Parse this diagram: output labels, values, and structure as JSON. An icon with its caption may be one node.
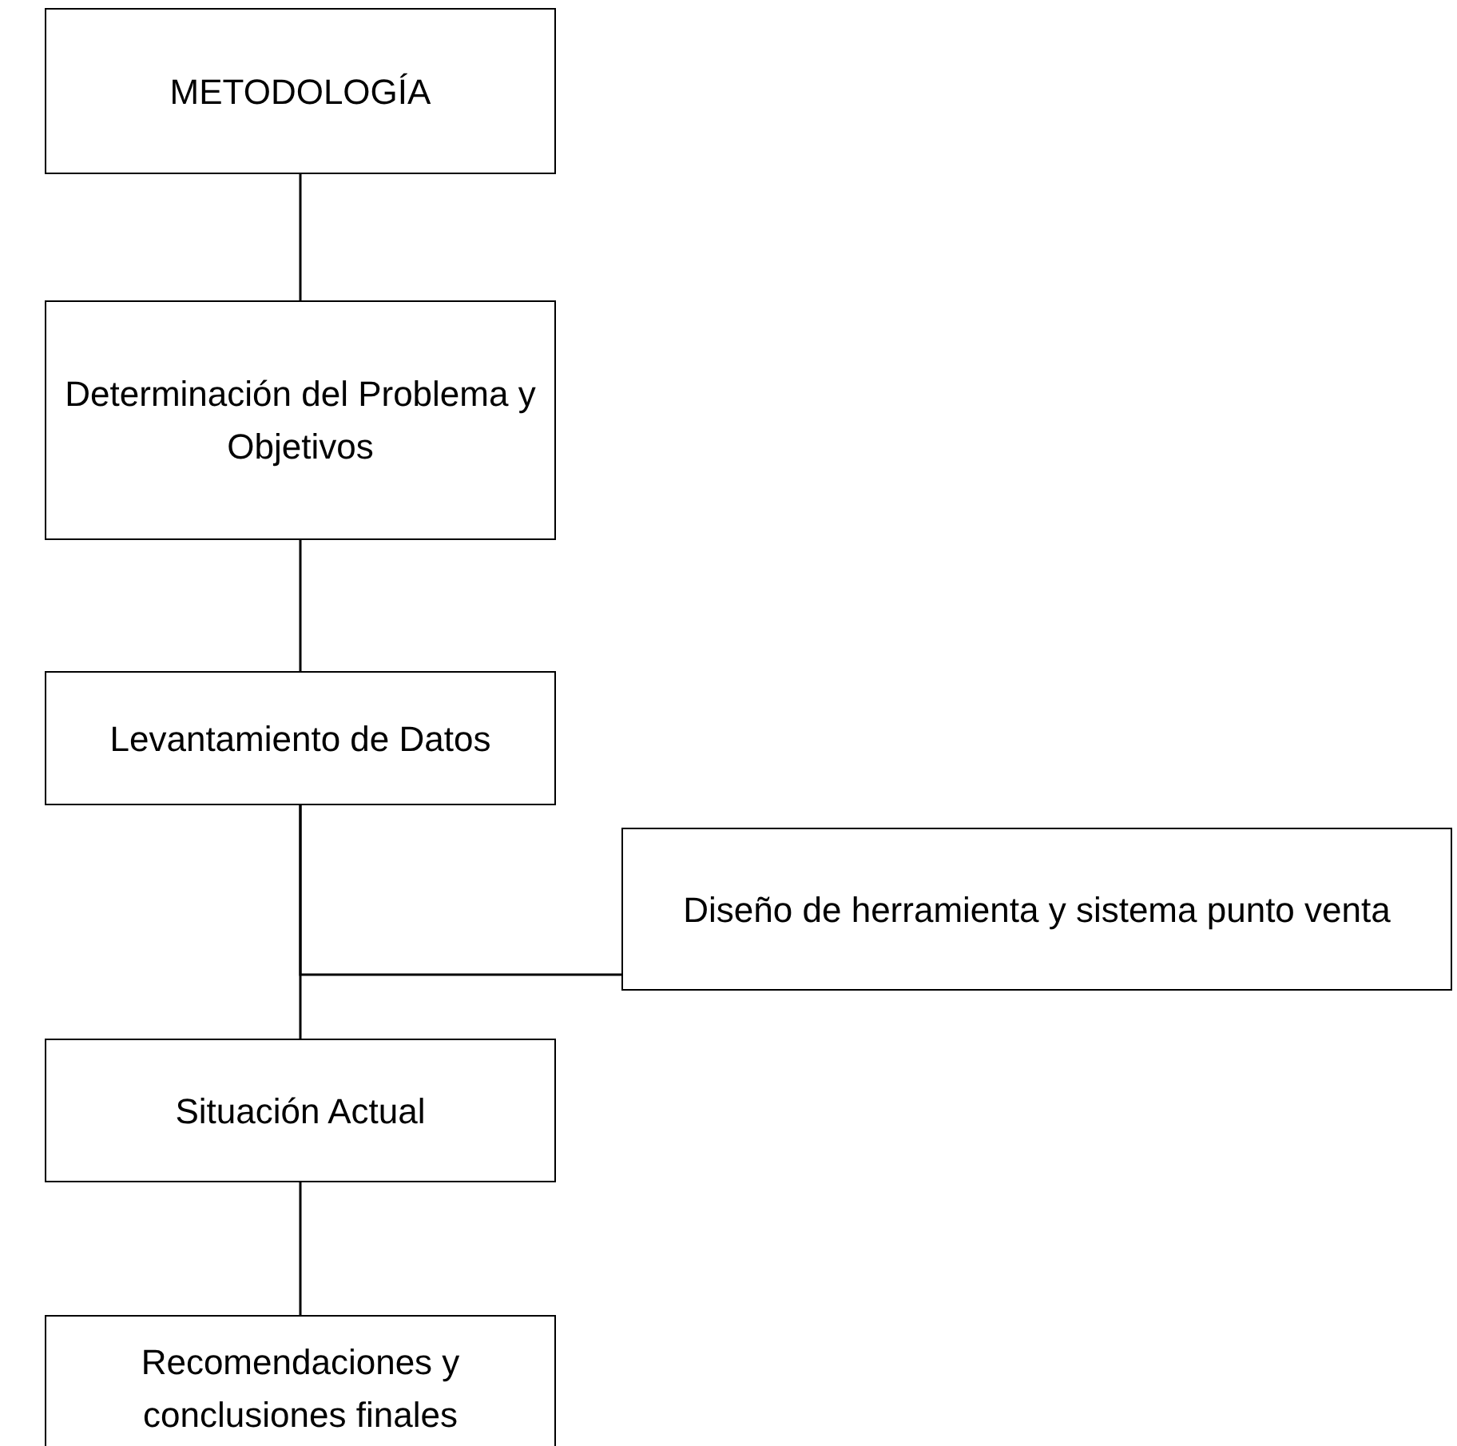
{
  "diagram": {
    "nodes": [
      {
        "text": [
          "METODOLOGÍA"
        ]
      },
      {
        "text": [
          "Determinación del Problema y Objetivos"
        ]
      },
      {
        "text": [
          "Levantamiento de Datos"
        ]
      },
      {
        "text": [
          "Diseño de herramienta y sistema punto venta"
        ]
      },
      {
        "text": [
          "Situación Actual"
        ]
      },
      {
        "text": [
          "Recomendaciones y conclusiones finales"
        ]
      }
    ],
    "edges": [
      {
        "from": 0,
        "to": 1,
        "arrow": "none"
      },
      {
        "from": 1,
        "to": 2,
        "arrow": "none"
      },
      {
        "from": 2,
        "to": 3,
        "arrow": "none"
      },
      {
        "from": 2,
        "to": 4,
        "arrow": "none"
      },
      {
        "from": 4,
        "to": 5,
        "arrow": "none"
      }
    ]
  }
}
